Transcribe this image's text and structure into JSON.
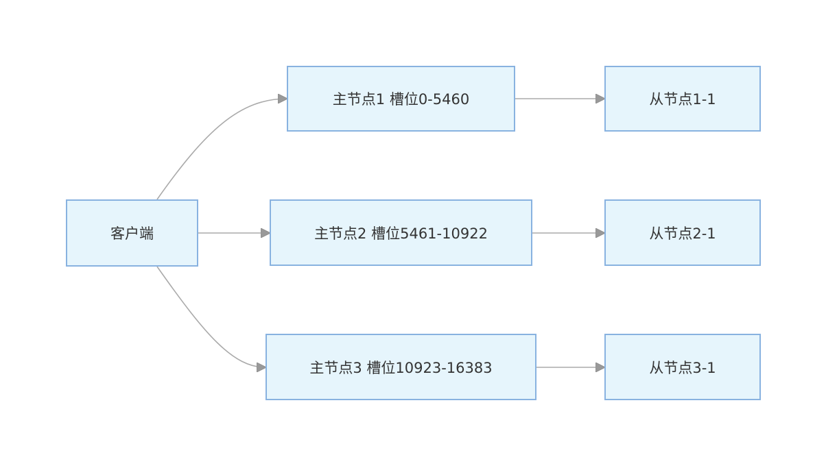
{
  "diagram": {
    "nodes": {
      "client": "客户端",
      "master1": "主节点1 槽位0-5460",
      "master2": "主节点2 槽位5461-10922",
      "master3": "主节点3 槽位10923-16383",
      "replica1": "从节点1-1",
      "replica2": "从节点2-1",
      "replica3": "从节点3-1"
    },
    "edges": [
      {
        "from": "client",
        "to": "master1"
      },
      {
        "from": "client",
        "to": "master2"
      },
      {
        "from": "client",
        "to": "master3"
      },
      {
        "from": "master1",
        "to": "replica1"
      },
      {
        "from": "master2",
        "to": "replica2"
      },
      {
        "from": "master3",
        "to": "replica3"
      }
    ],
    "colors": {
      "node_fill": "#e6f5fc",
      "node_border": "#88b2e0",
      "edge": "#aaaaaa",
      "text": "#333333"
    }
  }
}
